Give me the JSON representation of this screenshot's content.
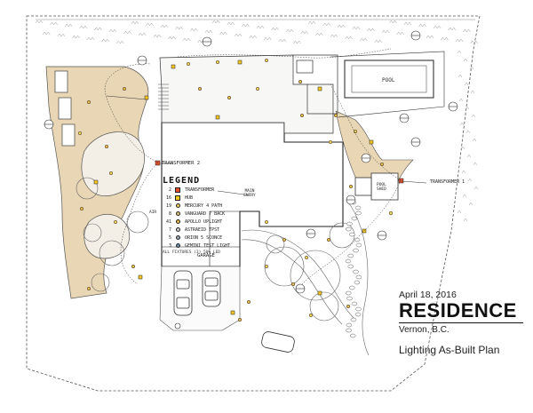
{
  "title_block": {
    "date": "April 18, 2016",
    "title": "RESIDENCE",
    "location": "Vernon, B.C.",
    "subtitle": "Lighting As-Built Plan"
  },
  "legend": {
    "title": "LEGEND",
    "items": [
      {
        "count": "2",
        "label": "TRANSFORMER",
        "symbol": "square",
        "color": "#e0502a"
      },
      {
        "count": "16",
        "label": "HUB",
        "symbol": "square",
        "color": "#f3c623"
      },
      {
        "count": "19",
        "label": "MERCURY 4 PATH",
        "symbol": "dot",
        "color": "#f2d25a"
      },
      {
        "count": "8",
        "label": "VANGUARD 7 BACK",
        "symbol": "dot",
        "color": "#d8c27a"
      },
      {
        "count": "41",
        "label": "APOLLO UPLIGHT",
        "symbol": "dot",
        "color": "#e9b949"
      },
      {
        "count": "7",
        "label": "ASTRAEID TPST",
        "symbol": "dot",
        "color": "#cfcfcf"
      },
      {
        "count": "5",
        "label": "ORION 5 SCONCE",
        "symbol": "dot",
        "color": "#9aa7b5"
      },
      {
        "count": "3",
        "label": "GEMINI TEST LIGHT",
        "symbol": "dot",
        "color": "#6f8fa8"
      }
    ],
    "footer": "ALL FIXTURES (3) 50% LED"
  },
  "plan_labels": {
    "pool": "POOL",
    "garage": "GARAGE",
    "main_entry": "MAIN ENTRY",
    "transformer_2": "TRANSFORMER 2",
    "transformer_1": "TRANSFORMER 1",
    "pool_shed": "POOL SHED",
    "air": "AIR"
  },
  "colors": {
    "sand_bed": "#e8d6b4",
    "line": "#333333",
    "hub": "#f3c623",
    "transformer": "#e0502a"
  }
}
